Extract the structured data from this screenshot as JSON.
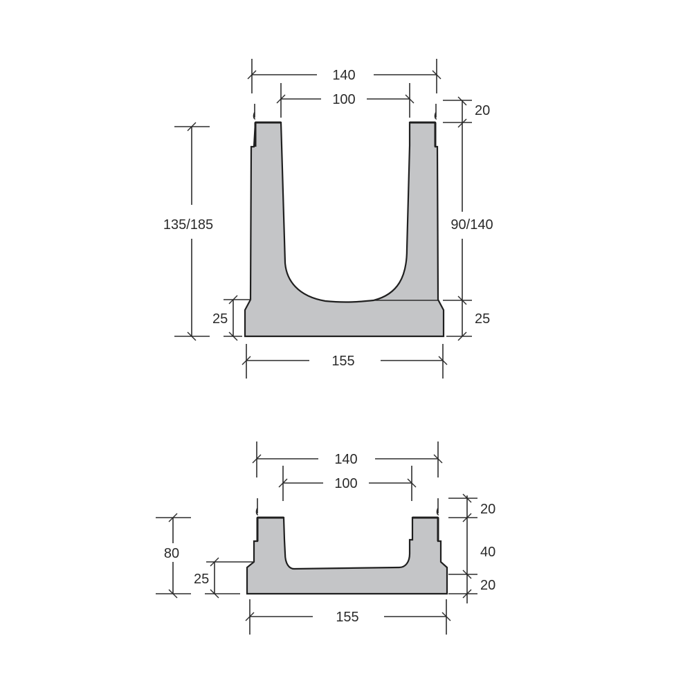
{
  "colors": {
    "fill": "#c4c5c7",
    "line": "#2b2b2b",
    "background": "#ffffff"
  },
  "drawings": [
    {
      "name": "deep-channel-section",
      "dimensions": {
        "top_overall_width": "140",
        "inner_width": "100",
        "edge_height": "20",
        "total_height": "135/185",
        "inner_depth": "90/140",
        "base_height_left": "25",
        "base_height_right": "25",
        "base_width": "155"
      }
    },
    {
      "name": "shallow-channel-section",
      "dimensions": {
        "top_overall_width": "140",
        "inner_width": "100",
        "edge_height": "20",
        "inner_depth": "40",
        "base_height_right": "20",
        "total_height": "80",
        "base_height_left": "25",
        "base_width": "155"
      }
    }
  ]
}
